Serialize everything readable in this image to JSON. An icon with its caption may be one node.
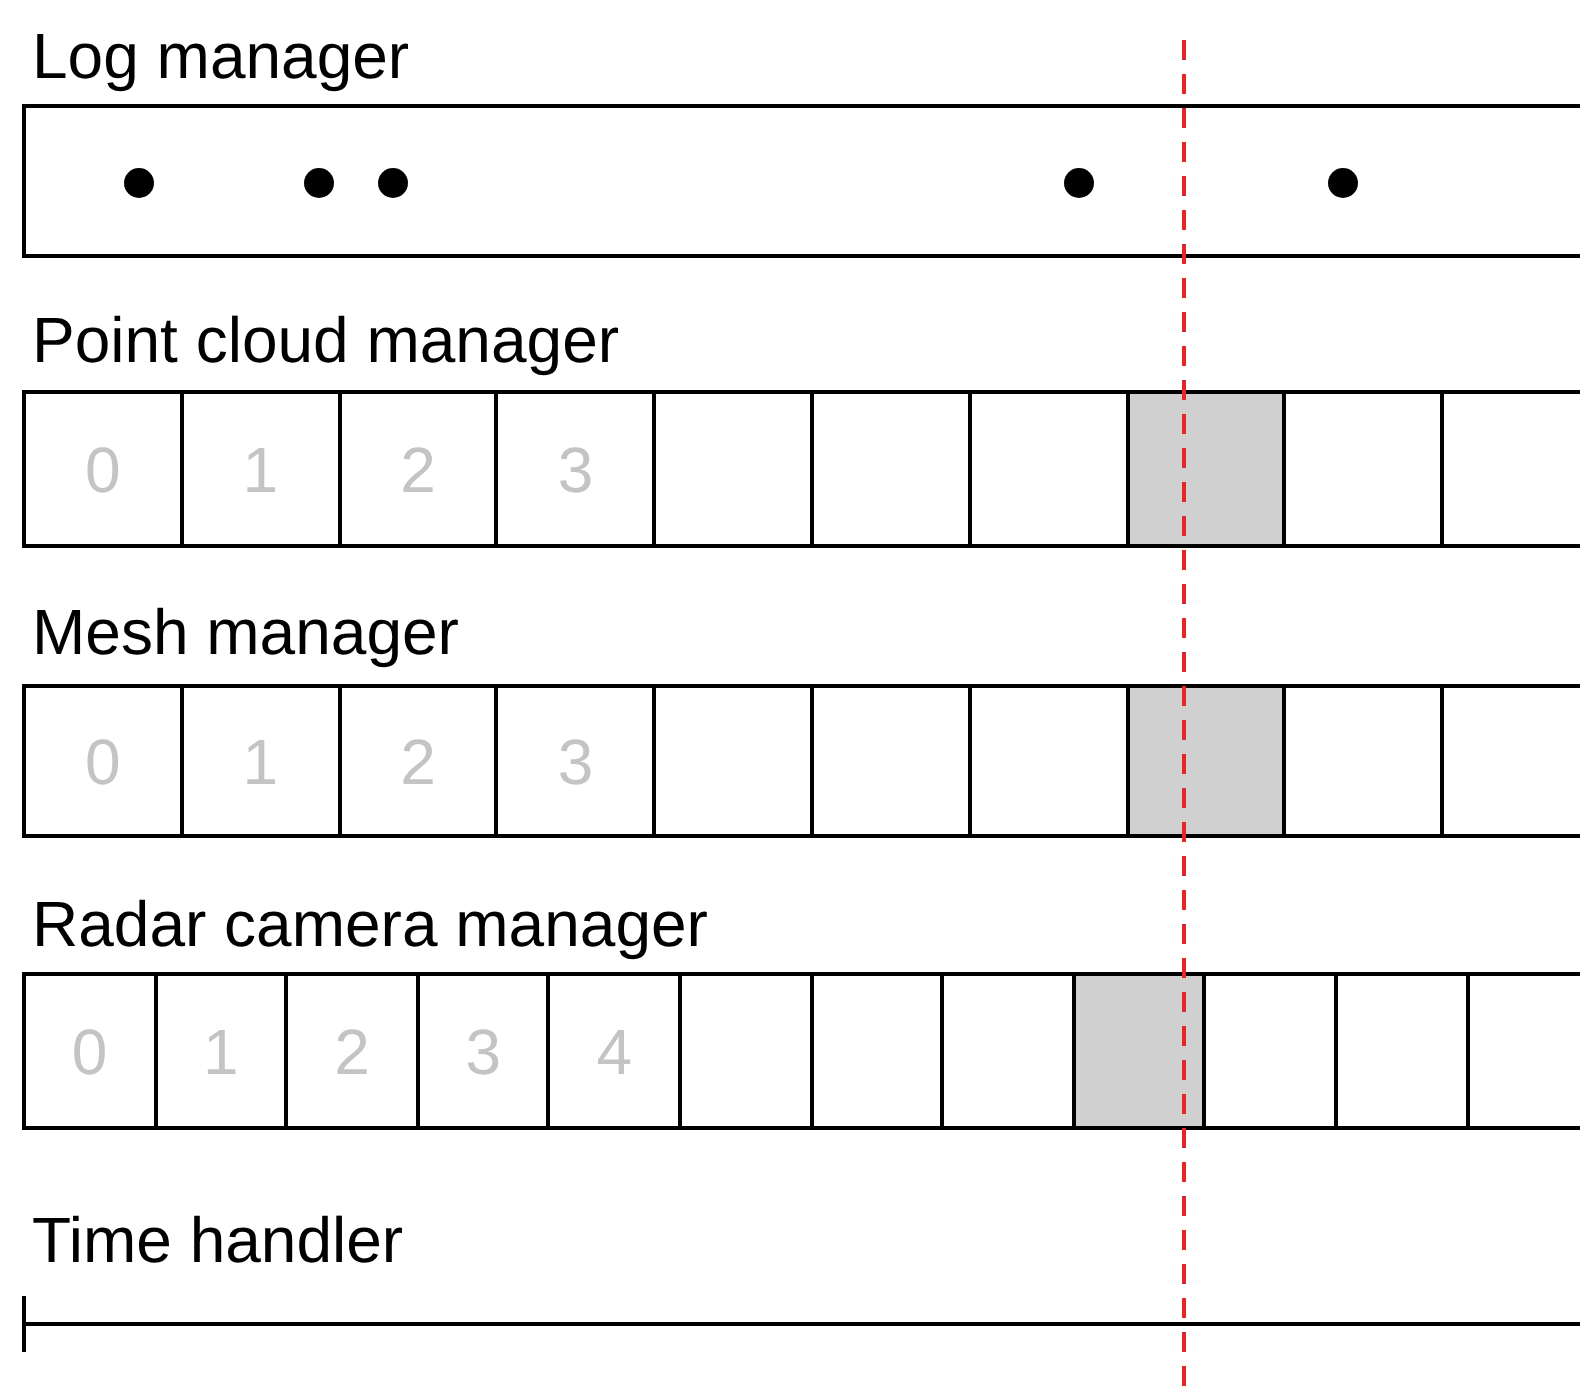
{
  "diagram": {
    "nodes": [
      {
        "text": [
          "Log manager"
        ]
      },
      {
        "text": [
          "Point cloud manager"
        ]
      },
      {
        "text": [
          "0"
        ],
        "in": 1
      },
      {
        "text": [
          "1"
        ],
        "in": 1
      },
      {
        "text": [
          "2"
        ],
        "in": 1
      },
      {
        "text": [
          "3"
        ],
        "in": 1
      },
      {
        "text": [],
        "shape": "box",
        "in": 1
      },
      {
        "text": [],
        "shape": "box",
        "in": 1
      },
      {
        "text": [],
        "shape": "box",
        "in": 1
      },
      {
        "text": [],
        "shape": "box",
        "in": 1
      },
      {
        "text": [],
        "shape": "box",
        "in": 1
      },
      {
        "text": [],
        "shape": "box",
        "in": 1
      },
      {
        "text": [
          "Mesh manager"
        ]
      },
      {
        "text": [
          "0"
        ],
        "in": 12
      },
      {
        "text": [
          "1"
        ],
        "in": 12
      },
      {
        "text": [
          "2"
        ],
        "in": 12
      },
      {
        "text": [
          "3"
        ],
        "in": 12
      },
      {
        "text": [],
        "shape": "box",
        "in": 12
      },
      {
        "text": [],
        "shape": "box",
        "in": 12
      },
      {
        "text": [],
        "shape": "box",
        "in": 12
      },
      {
        "text": [],
        "shape": "box",
        "in": 12
      },
      {
        "text": [],
        "shape": "box",
        "in": 12
      },
      {
        "text": [],
        "shape": "box",
        "in": 12
      },
      {
        "text": [
          "Radar camera manager"
        ]
      },
      {
        "text": [
          "0"
        ],
        "in": 23
      },
      {
        "text": [
          "1"
        ],
        "in": 23
      },
      {
        "text": [
          "2"
        ],
        "in": 23
      },
      {
        "text": [
          "3"
        ],
        "in": 23
      },
      {
        "text": [
          "4"
        ],
        "in": 23
      },
      {
        "text": [],
        "shape": "box",
        "in": 23
      },
      {
        "text": [],
        "shape": "box",
        "in": 23
      },
      {
        "text": [],
        "shape": "box",
        "in": 23
      },
      {
        "text": [],
        "shape": "box",
        "in": 23
      },
      {
        "text": [],
        "shape": "box",
        "in": 23
      },
      {
        "text": [],
        "shape": "box",
        "in": 23
      },
      {
        "text": [],
        "shape": "box",
        "in": 23
      }
    ],
    "labels": [
      "Time handler"
    ]
  }
}
